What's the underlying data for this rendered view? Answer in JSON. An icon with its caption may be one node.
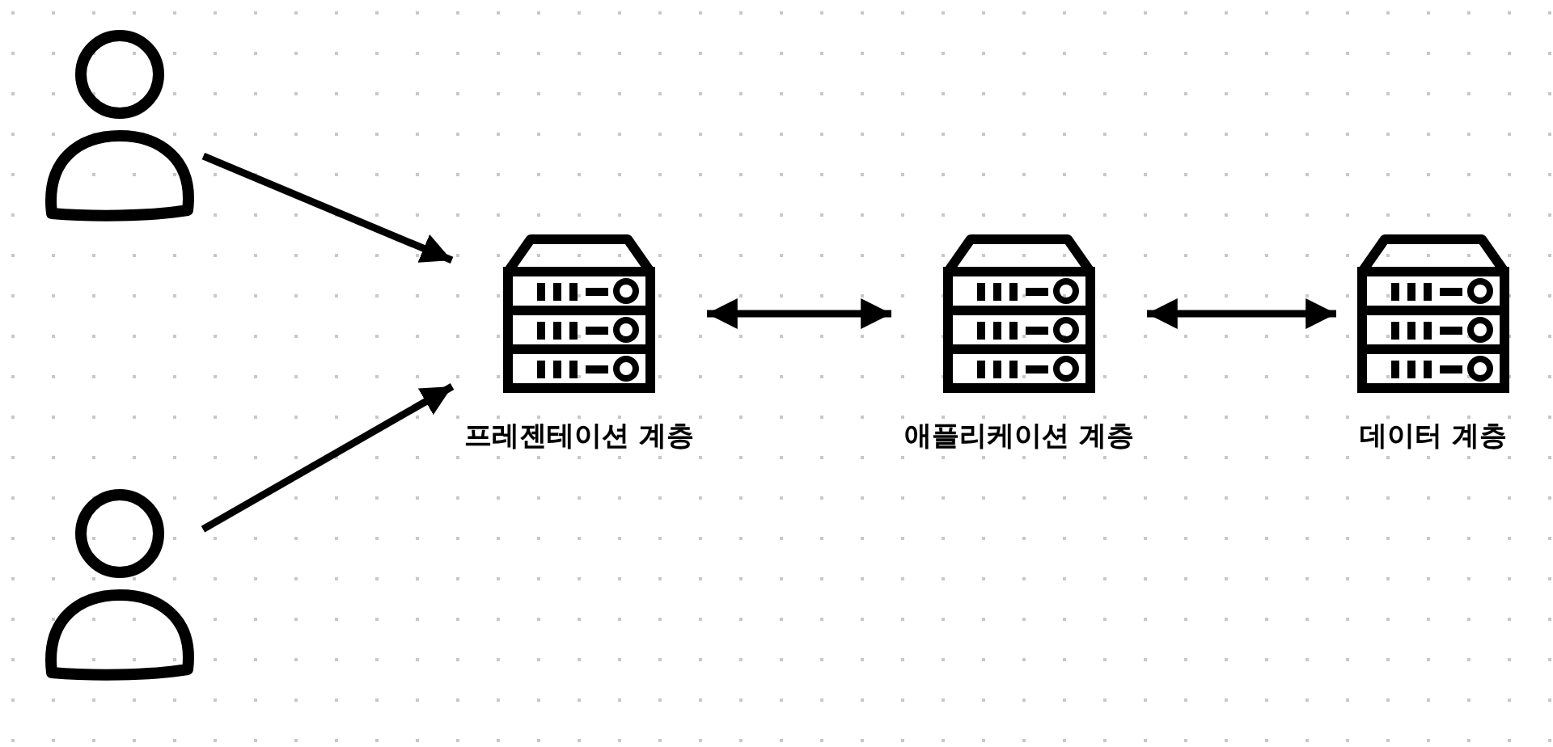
{
  "diagram": {
    "nodes": [
      {
        "text": [],
        "shape": "person"
      },
      {
        "text": [],
        "shape": "person"
      },
      {
        "text": [
          "프레젠테이션 계층"
        ]
      },
      {
        "text": [
          "애플리케이션 계층"
        ]
      },
      {
        "text": [
          "데이터 계층"
        ]
      }
    ],
    "edges": [
      {
        "from": 0,
        "to": 2,
        "arrow": "to"
      },
      {
        "from": 1,
        "to": 2,
        "arrow": "to"
      },
      {
        "from": 2,
        "to": 3,
        "arrow": "both"
      },
      {
        "from": 3,
        "to": 4,
        "arrow": "both"
      }
    ]
  }
}
